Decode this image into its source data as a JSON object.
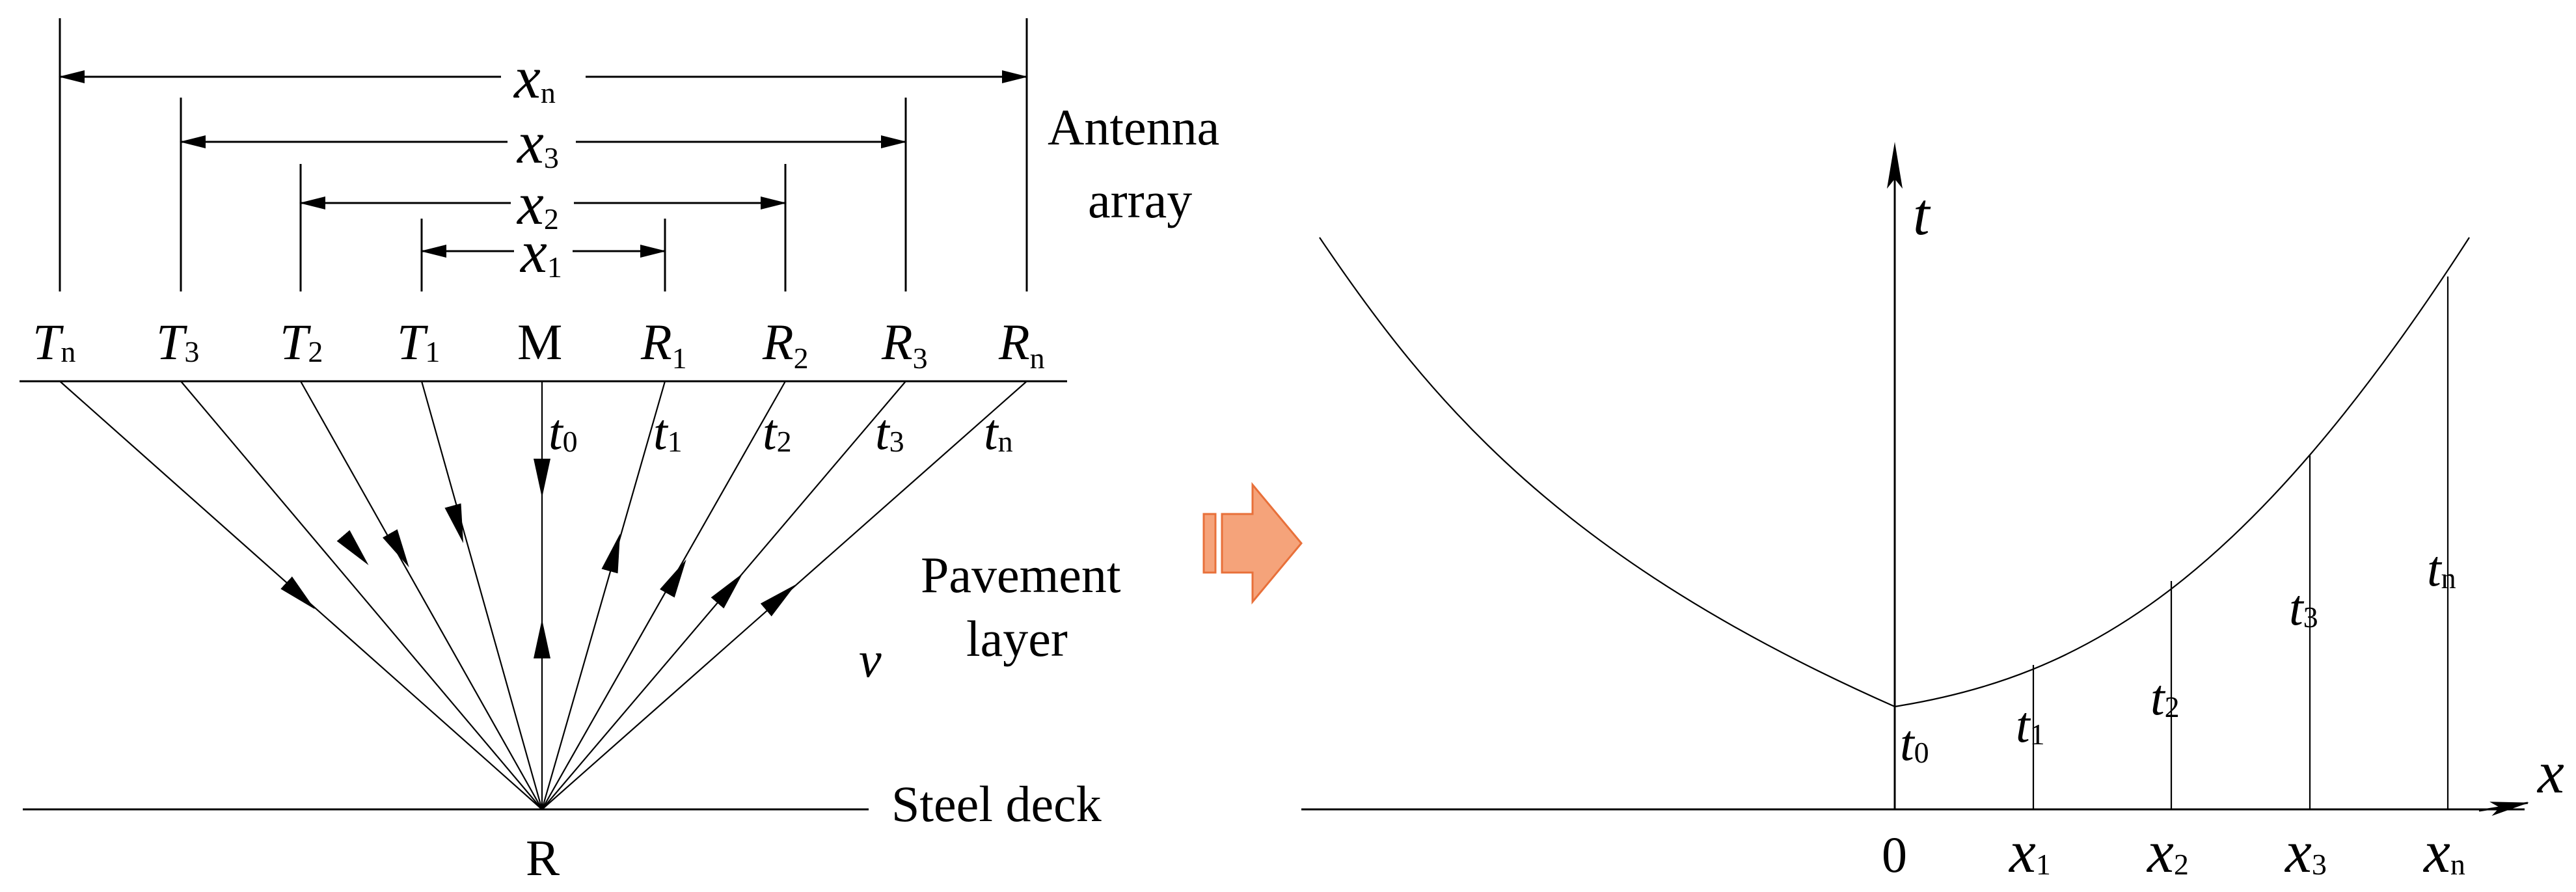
{
  "left_diagram": {
    "spacing_labels": [
      {
        "var": "x",
        "sub": "n"
      },
      {
        "var": "x",
        "sub": "3"
      },
      {
        "var": "x",
        "sub": "2"
      },
      {
        "var": "x",
        "sub": "1"
      }
    ],
    "antenna_labels": [
      {
        "var": "T",
        "sub": "n"
      },
      {
        "var": "T",
        "sub": "3"
      },
      {
        "var": "T",
        "sub": "2"
      },
      {
        "var": "T",
        "sub": "1"
      },
      {
        "var": "M",
        "sub": ""
      },
      {
        "var": "R",
        "sub": "1"
      },
      {
        "var": "R",
        "sub": "2"
      },
      {
        "var": "R",
        "sub": "3"
      },
      {
        "var": "R",
        "sub": "n"
      }
    ],
    "time_labels": [
      {
        "var": "t",
        "sub": "0"
      },
      {
        "var": "t",
        "sub": "1"
      },
      {
        "var": "t",
        "sub": "2"
      },
      {
        "var": "t",
        "sub": "3"
      },
      {
        "var": "t",
        "sub": "n"
      }
    ],
    "antenna_array_label": [
      "Antenna",
      "array"
    ],
    "pavement_label": [
      "Pavement",
      "layer"
    ],
    "velocity_label": "v",
    "steel_deck_label": "Steel deck",
    "reflection_point_label": "R"
  },
  "right_plot": {
    "y_axis_label": "t",
    "x_axis_label": "x",
    "origin_label": "0",
    "x_ticks": [
      {
        "var": "x",
        "sub": "1"
      },
      {
        "var": "x",
        "sub": "2"
      },
      {
        "var": "x",
        "sub": "3"
      },
      {
        "var": "x",
        "sub": "n"
      }
    ],
    "t_labels": [
      {
        "var": "t",
        "sub": "0"
      },
      {
        "var": "t",
        "sub": "1"
      },
      {
        "var": "t",
        "sub": "2"
      },
      {
        "var": "t",
        "sub": "3"
      },
      {
        "var": "t",
        "sub": "n"
      }
    ]
  },
  "colors": {
    "arrow_fill": "#f5a37a",
    "arrow_stroke": "#e8703a",
    "line": "#000000"
  }
}
